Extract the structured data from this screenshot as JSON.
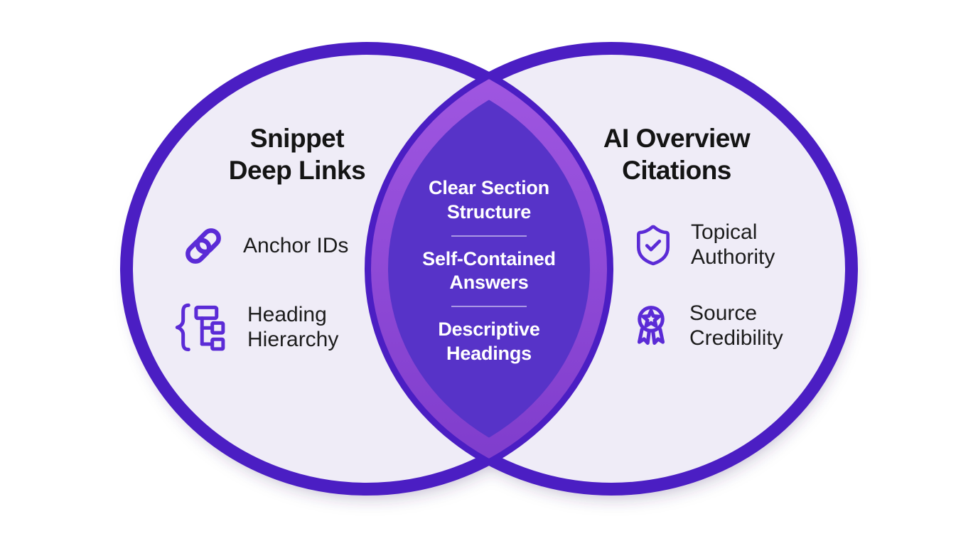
{
  "diagram_type": "venn",
  "colors": {
    "circle_border": "#4B1EC3",
    "circle_fill": "#EFECF7",
    "lens_fill": "#5733C8",
    "lens_rim_top": "#A158E2",
    "lens_rim_bottom": "#7D3BCB",
    "icon_purple": "#5B2BD6",
    "title_text": "#141414",
    "item_text": "#1C1C1C",
    "overlap_text": "#FFFFFF"
  },
  "left_circle": {
    "title": [
      "Snippet",
      "Deep Links"
    ],
    "items": [
      {
        "icon": "link-icon",
        "lines": [
          "Anchor IDs"
        ]
      },
      {
        "icon": "heading-hierarchy-icon",
        "lines": [
          "Heading",
          "Hierarchy"
        ]
      }
    ]
  },
  "overlap": {
    "items": [
      [
        "Clear Section",
        "Structure"
      ],
      [
        "Self-Contained",
        "Answers"
      ],
      [
        "Descriptive",
        "Headings"
      ]
    ]
  },
  "right_circle": {
    "title": [
      "AI Overview",
      "Citations"
    ],
    "items": [
      {
        "icon": "shield-check-icon",
        "lines": [
          "Topical",
          "Authority"
        ]
      },
      {
        "icon": "award-star-icon",
        "lines": [
          "Source",
          "Credibility"
        ]
      }
    ]
  }
}
